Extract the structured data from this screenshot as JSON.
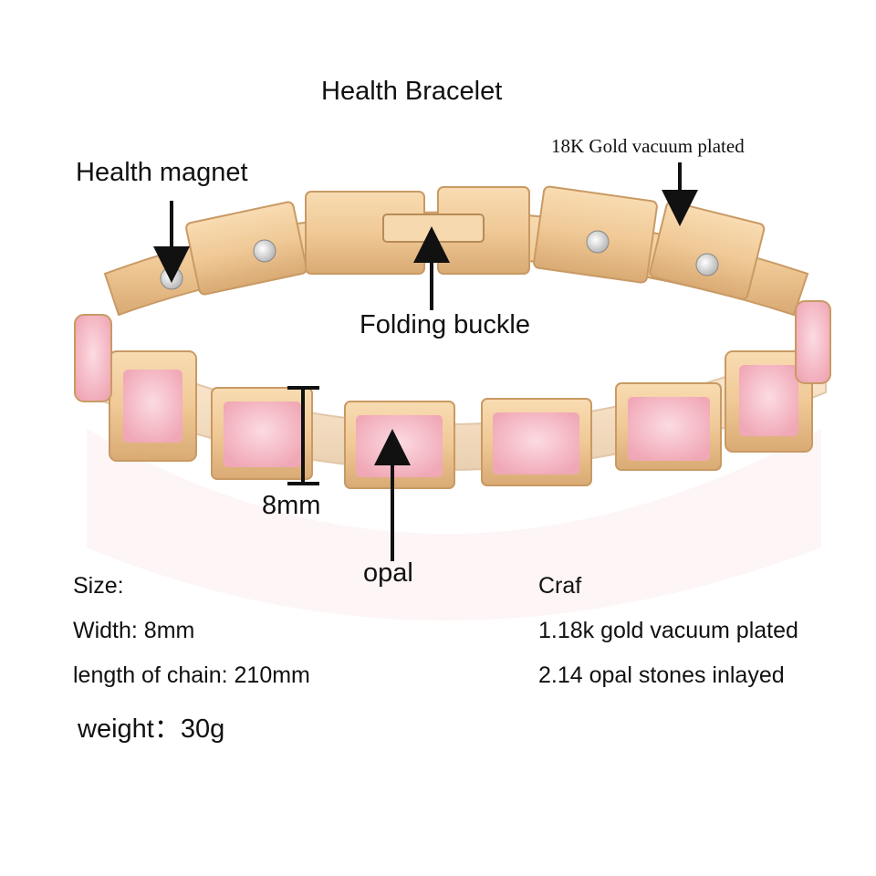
{
  "title": "Health Bracelet",
  "callouts": {
    "gold_plating": "18K Gold vacuum plated",
    "magnet": "Health magnet",
    "buckle": "Folding buckle",
    "width_dimension": "8mm",
    "stone": "opal"
  },
  "specs": {
    "heading": "Size:",
    "width": "Width: 8mm",
    "length": "length of chain: 210mm",
    "weight": "weight：30g"
  },
  "craft": {
    "heading": "Craf",
    "items": [
      "1.18k gold vacuum plated",
      "2.14 opal stones inlayed"
    ]
  },
  "colors": {
    "gold": "#f2cfa0",
    "gold_dark": "#d9aa74",
    "opal": "#f5b9c4",
    "opal_light": "#fbd5dc",
    "magnet": "#e8e8e8",
    "text": "#111111"
  }
}
